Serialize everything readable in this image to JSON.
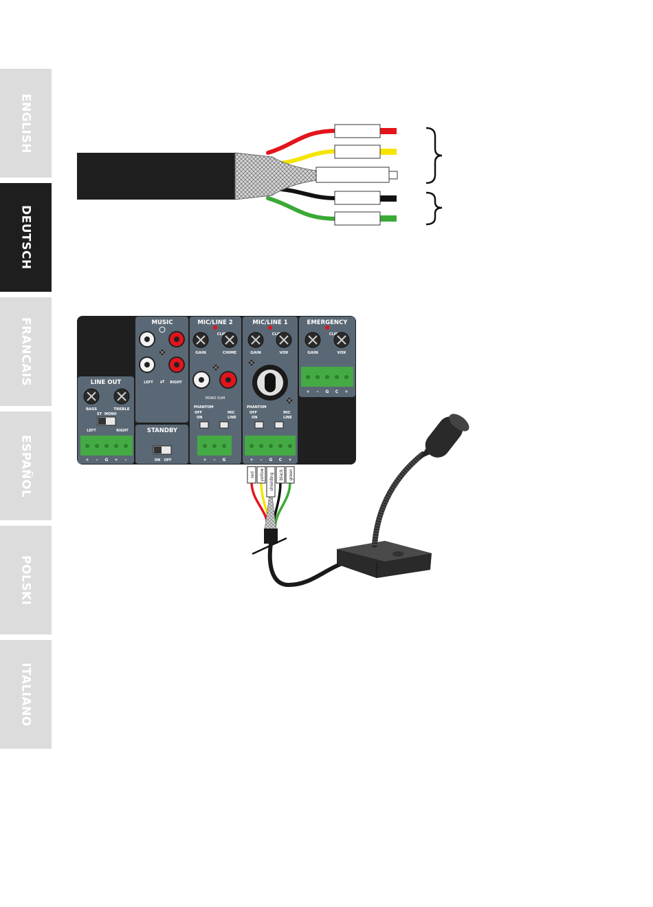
{
  "languages": [
    {
      "label": "ENGLISH",
      "active": false
    },
    {
      "label": "DEUTSCH",
      "active": true
    },
    {
      "label": "FRANCAIS",
      "active": false
    },
    {
      "label": "ESPAÑOL",
      "active": false
    },
    {
      "label": "POLSKI",
      "active": false
    },
    {
      "label": "ITALIANO",
      "active": false
    }
  ],
  "colors": {
    "tab_inactive": "#dcdcdc",
    "tab_active": "#1e1e1e",
    "panel": "#1f1f1f",
    "module": "#5a6875",
    "terminal": "#44aa44",
    "wire_red": "#e3141b",
    "wire_yellow": "#f5e400",
    "wire_black": "#111111",
    "wire_green": "#3aa935",
    "led": "#e3141b"
  },
  "panel": {
    "line_out": {
      "title": "LINE OUT",
      "bass": "BASS",
      "treble": "TREBLE",
      "st": "ST",
      "mono": "MONO",
      "left": "LEFT",
      "right": "RIGHT",
      "pins": [
        "+",
        "–",
        "G",
        "+",
        "–"
      ]
    },
    "music": {
      "title": "MUSIC",
      "left": "LEFT",
      "right": "RIGHT"
    },
    "standby": {
      "title": "STANDBY",
      "on": "ON",
      "off": "OFF"
    },
    "mic2": {
      "title": "MIC/LINE 2",
      "clip": "CLIP",
      "gain": "GAIN",
      "chime": "CHIME",
      "mono_sum": "MONO SUM",
      "phantom": "PHANTOM",
      "off": "OFF",
      "on": "ON",
      "mic": "MIC",
      "line": "LINE",
      "pins": [
        "+",
        "–",
        "G"
      ]
    },
    "mic1": {
      "title": "MIC/LINE 1",
      "clip": "CLIP",
      "gain": "GAIN",
      "vox": "VOX",
      "phantom": "PHANTOM",
      "off": "OFF",
      "on": "ON",
      "mic": "MIC",
      "line": "LINE",
      "pins": [
        "+",
        "–",
        "G",
        "C",
        "+"
      ]
    },
    "emergency": {
      "title": "EMERGENCY",
      "clip": "CLIP",
      "gain": "GAIN",
      "vox": "VOX",
      "pins": [
        "+",
        "–",
        "G",
        "C",
        "+"
      ]
    }
  },
  "wire_tags": [
    "red",
    "yellow",
    "shielding",
    "black",
    "green"
  ]
}
